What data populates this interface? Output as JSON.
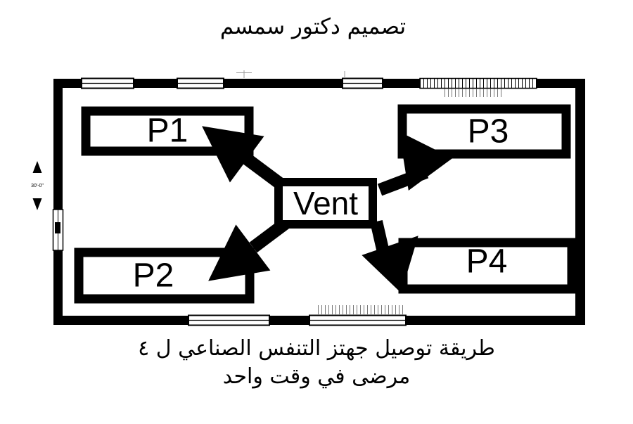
{
  "title": "تصميم دكتور  سمسم",
  "plan": {
    "vent": {
      "label": "Vent"
    },
    "rooms": [
      {
        "label": "P1"
      },
      {
        "label": "P2"
      },
      {
        "label": "P3"
      },
      {
        "label": "P4"
      }
    ],
    "dimension": "30'-0\""
  },
  "caption": {
    "line1": "طريقة توصيل جهتز التنفس الصناعي ل ٤",
    "line2": "مرضى في وقت واحد"
  },
  "colors": {
    "ink": "#000000",
    "paper": "#ffffff"
  }
}
